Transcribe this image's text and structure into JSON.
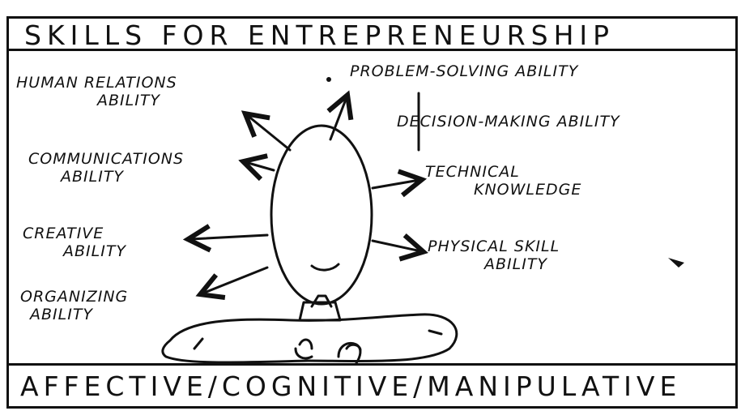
{
  "title": "SKILLS FOR ENTREPRENEURSHIP",
  "labels": {
    "human_relations": {
      "line1": "HUMAN RELATIONS",
      "line2": "ABILITY"
    },
    "problem_solving": "PROBLEM-SOLVING ABILITY",
    "decision_making": "DECISION-MAKING ABILITY",
    "communications": {
      "line1": "COMMUNICATIONS",
      "line2": "ABILITY"
    },
    "technical": {
      "line1": "TECHNICAL",
      "line2": "KNOWLEDGE"
    },
    "creative": {
      "line1": "CREATIVE",
      "line2": "ABILITY"
    },
    "physical": {
      "line1": "PHYSICAL SKILL",
      "line2": "ABILITY"
    },
    "organizing": {
      "line1": "ORGANIZING",
      "line2": "ABILITY"
    }
  },
  "footer": "AFFECTIVE/COGNITIVE/MANIPULATIVE",
  "colors": {
    "ink": "#111111",
    "background": "#ffffff"
  }
}
